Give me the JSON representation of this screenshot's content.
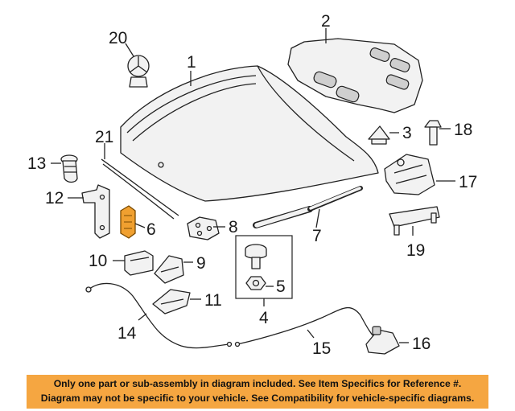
{
  "callouts": {
    "n1": "1",
    "n2": "2",
    "n3": "3",
    "n4": "4",
    "n5": "5",
    "n6": "6",
    "n7": "7",
    "n8": "8",
    "n9": "9",
    "n10": "10",
    "n11": "11",
    "n12": "12",
    "n13": "13",
    "n14": "14",
    "n15": "15",
    "n16": "16",
    "n17": "17",
    "n18": "18",
    "n19": "19",
    "n20": "20",
    "n21": "21"
  },
  "highlighted_part": "6",
  "colors": {
    "highlight": "#f0a030",
    "banner": "#f5a641"
  },
  "disclaimer": {
    "line1": "Only one part or sub-assembly in diagram included. See Item Specifics for Reference #.",
    "line2": "Diagram may not be specific to your vehicle. See Compatibility for vehicle-specific diagrams."
  }
}
